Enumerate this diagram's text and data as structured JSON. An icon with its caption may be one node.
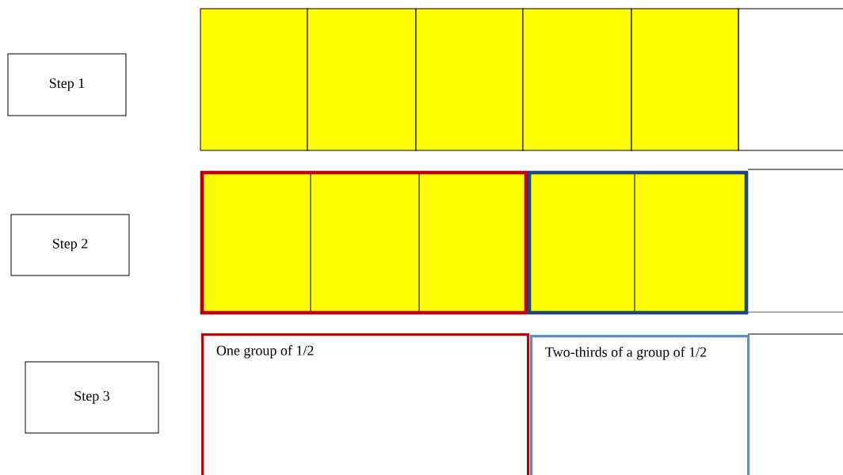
{
  "diagram": {
    "nodes": [
      {
        "text": [
          "Step 1"
        ]
      },
      {
        "text": [
          "Step 2"
        ]
      },
      {
        "text": [
          "Step 3"
        ]
      },
      {
        "text": [
          "One group of 1/2"
        ]
      },
      {
        "text": [
          "Two-thirds of a group of 1/2"
        ]
      }
    ]
  }
}
